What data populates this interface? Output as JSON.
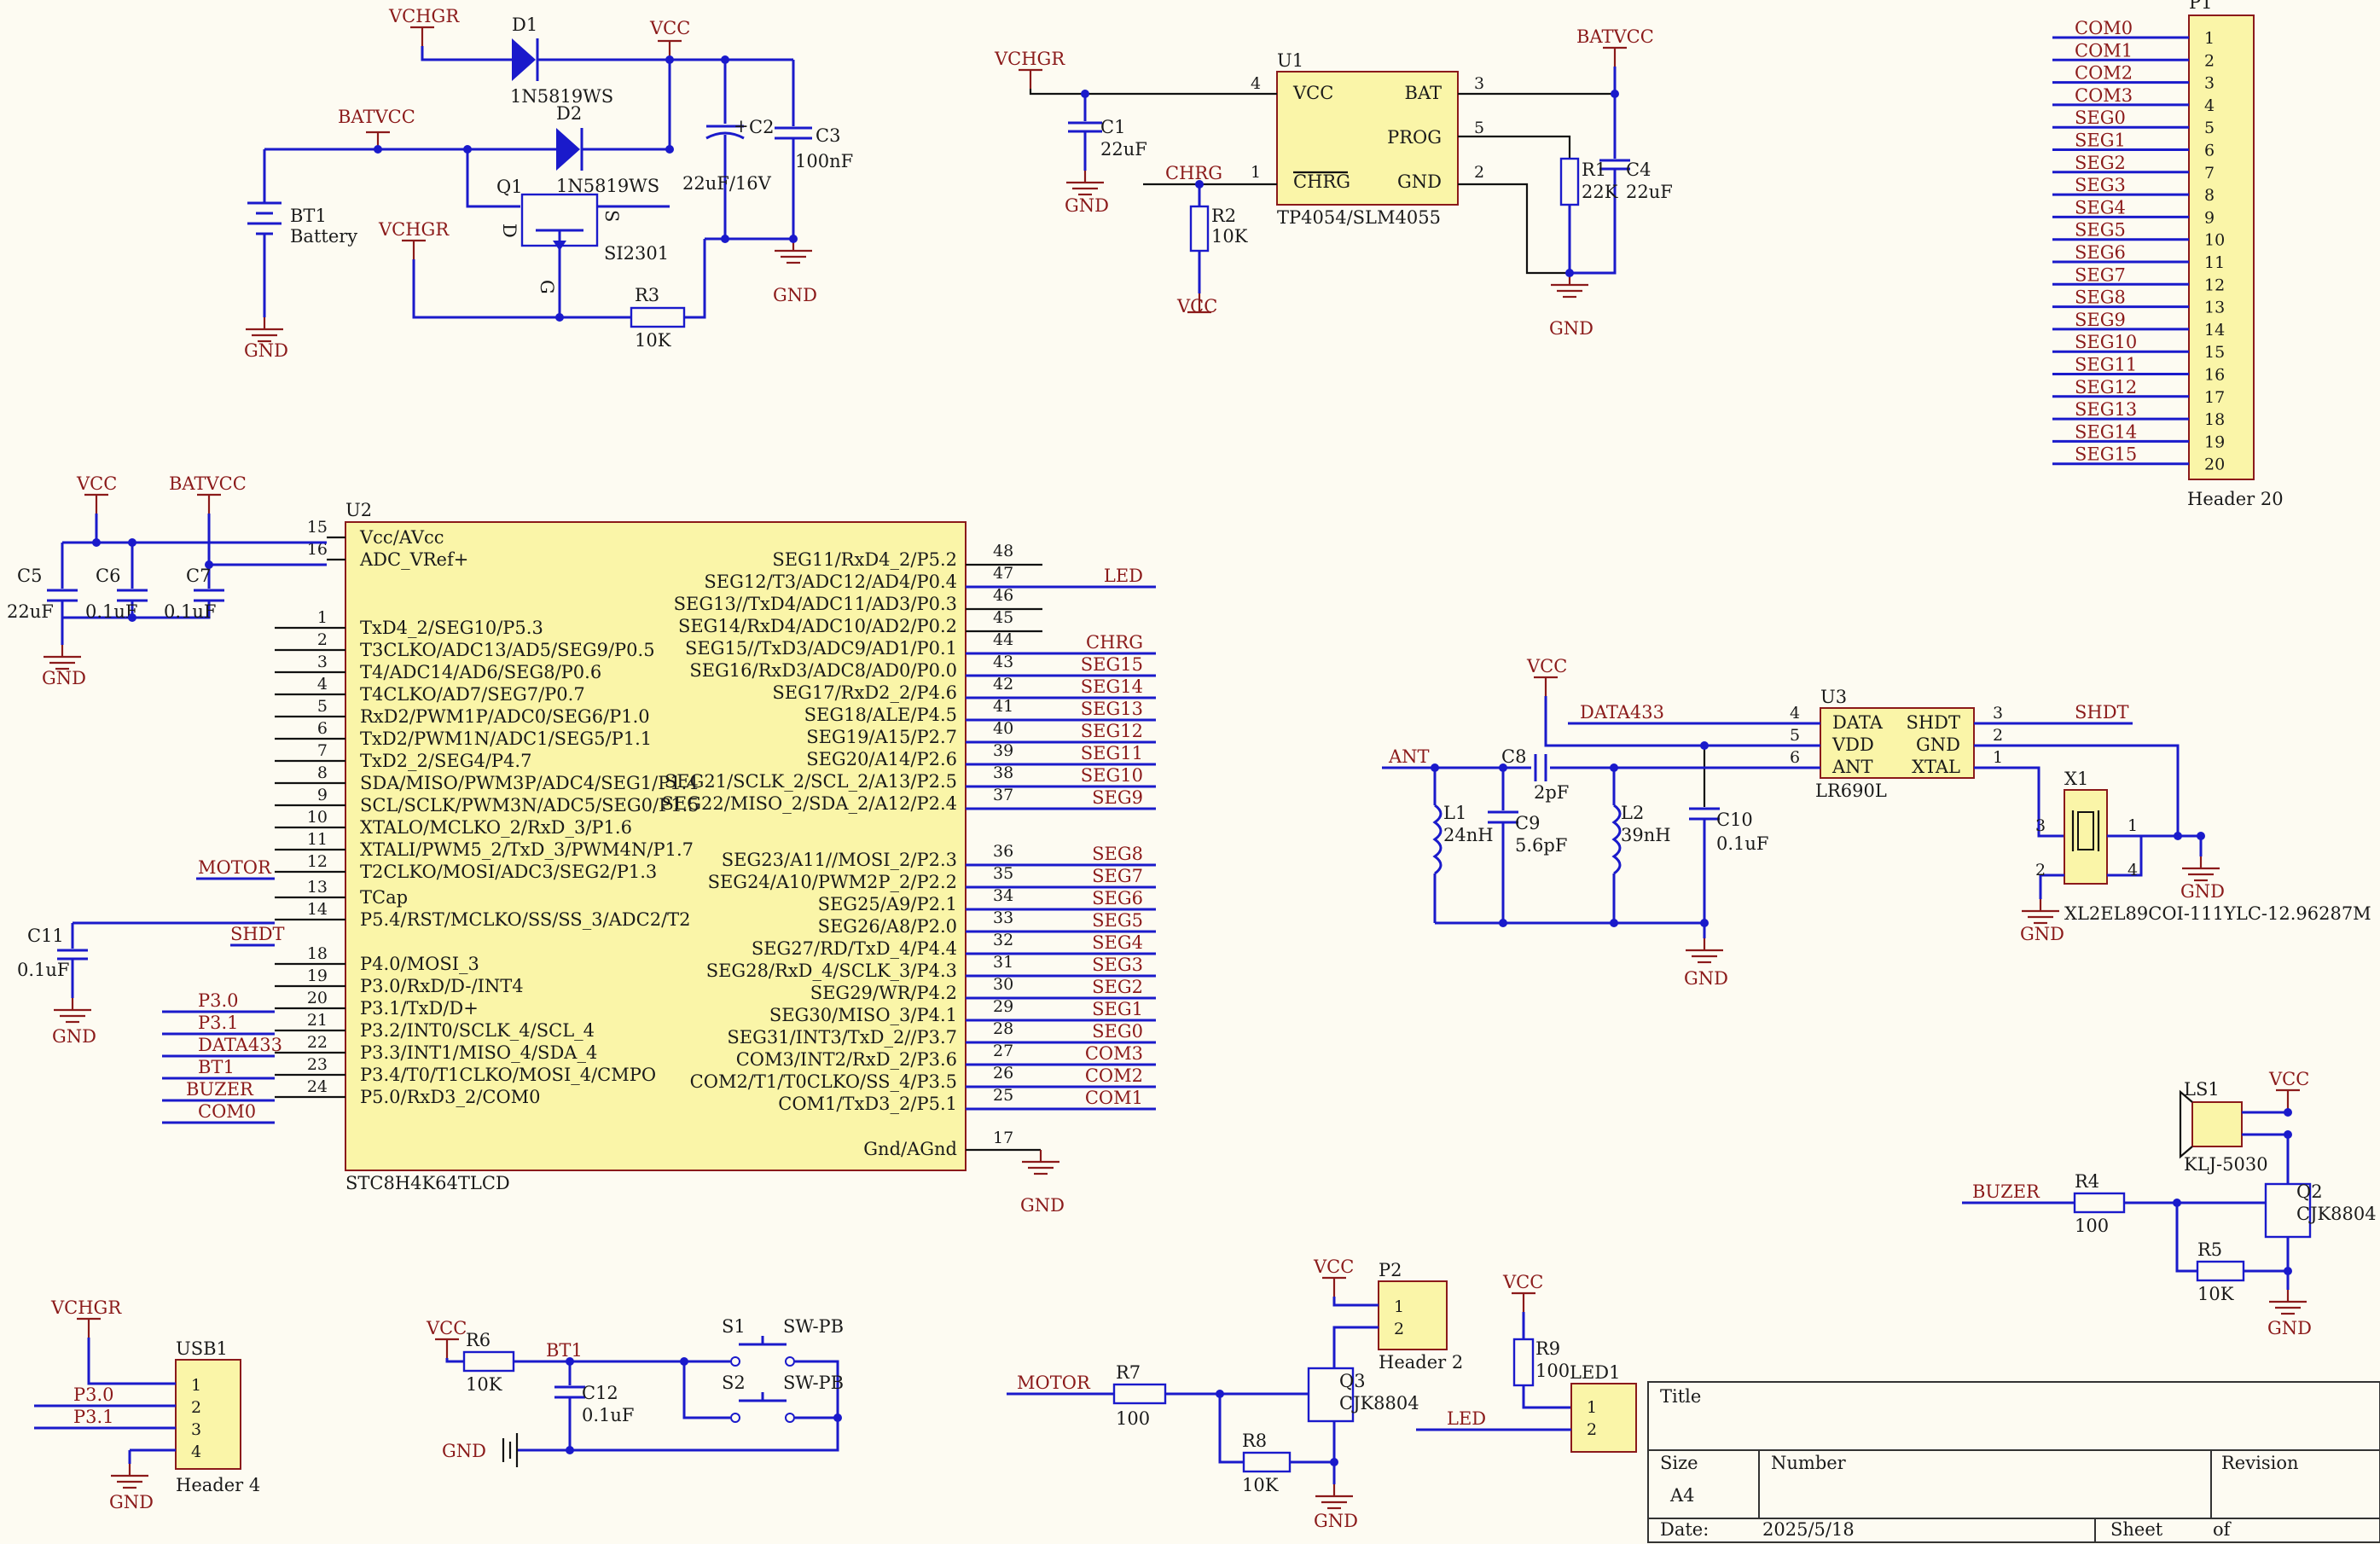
{
  "power": {
    "vchgr": "VCHGR",
    "vcc": "VCC",
    "batvcc": "BATVCC",
    "gnd": "GND",
    "d1": "D1",
    "d1_part": "1N5819WS",
    "d2": "D2",
    "d2_part": "1N5819WS",
    "c2": "C2",
    "c2_val": "22uF/16V",
    "c3": "C3",
    "c3_val": "100nF",
    "bt1": "BT1",
    "bt1_val": "Battery",
    "q1": "Q1",
    "q1_part": "SI2301",
    "q1_d": "D",
    "q1_s": "S",
    "q1_g": "G",
    "r3": "R3",
    "r3_val": "10K"
  },
  "charger": {
    "u1": "U1",
    "u1_part": "TP4054/SLM4055",
    "pin_vcc": "VCC",
    "pin_bat": "BAT",
    "pin_prog": "PROG",
    "pin_chrg": "CHRG",
    "pin_gnd": "GND",
    "n4": "4",
    "n3": "3",
    "n5": "5",
    "n1": "1",
    "n2": "2",
    "c1": "C1",
    "c1_val": "22uF",
    "r2": "R2",
    "r2_val": "10K",
    "r1": "R1",
    "r1_val": "22K",
    "c4": "C4",
    "c4_val": "22uF",
    "chrg_net": "CHRG"
  },
  "header20": {
    "ref": "P1",
    "part": "Header 20",
    "nets": [
      "COM0",
      "COM1",
      "COM2",
      "COM3",
      "SEG0",
      "SEG1",
      "SEG2",
      "SEG3",
      "SEG4",
      "SEG5",
      "SEG6",
      "SEG7",
      "SEG8",
      "SEG9",
      "SEG10",
      "SEG11",
      "SEG12",
      "SEG13",
      "SEG14",
      "SEG15"
    ],
    "pins": [
      "1",
      "2",
      "3",
      "4",
      "5",
      "6",
      "7",
      "8",
      "9",
      "10",
      "11",
      "12",
      "13",
      "14",
      "15",
      "16",
      "17",
      "18",
      "19",
      "20"
    ]
  },
  "mcu": {
    "ref": "U2",
    "part": "STC8H4K64TLCD",
    "left": [
      {
        "n": "15",
        "label": "Vcc/AVcc"
      },
      {
        "n": "16",
        "label": "ADC_VRef+"
      },
      {
        "n": "1",
        "label": "TxD4_2/SEG10/P5.3"
      },
      {
        "n": "2",
        "label": "T3CLKO/ADC13/AD5/SEG9/P0.5"
      },
      {
        "n": "3",
        "label": "T4/ADC14/AD6/SEG8/P0.6"
      },
      {
        "n": "4",
        "label": "T4CLKO/AD7/SEG7/P0.7"
      },
      {
        "n": "5",
        "label": "RxD2/PWM1P/ADC0/SEG6/P1.0"
      },
      {
        "n": "6",
        "label": "TxD2/PWM1N/ADC1/SEG5/P1.1"
      },
      {
        "n": "7",
        "label": "TxD2_2/SEG4/P4.7"
      },
      {
        "n": "8",
        "label": "SDA/MISO/PWM3P/ADC4/SEG1/P1.4"
      },
      {
        "n": "9",
        "label": "SCL/SCLK/PWM3N/ADC5/SEG0/P1.5"
      },
      {
        "n": "10",
        "label": "XTALO/MCLKO_2/RxD_3/P1.6"
      },
      {
        "n": "11",
        "label": "XTALI/PWM5_2/TxD_3/PWM4N/P1.7"
      },
      {
        "n": "12",
        "label": "T2CLKO/MOSI/ADC3/SEG2/P1.3"
      },
      {
        "n": "13",
        "label": "TCap"
      },
      {
        "n": "14",
        "label": "P5.4/RST/MCLKO/SS/SS_3/ADC2/T2"
      },
      {
        "n": "18",
        "label": "P4.0/MOSI_3"
      },
      {
        "n": "19",
        "label": "P3.0/RxD/D-/INT4"
      },
      {
        "n": "20",
        "label": "P3.1/TxD/D+"
      },
      {
        "n": "21",
        "label": "P3.2/INT0/SCLK_4/SCL_4"
      },
      {
        "n": "22",
        "label": "P3.3/INT1/MISO_4/SDA_4"
      },
      {
        "n": "23",
        "label": "P3.4/T0/T1CLKO/MOSI_4/CMPO"
      },
      {
        "n": "24",
        "label": "P5.0/RxD3_2/COM0"
      }
    ],
    "right": [
      {
        "n": "48",
        "label": "SEG11/RxD4_2/P5.2",
        "net": ""
      },
      {
        "n": "47",
        "label": "SEG12/T3/ADC12/AD4/P0.4",
        "net": "LED"
      },
      {
        "n": "46",
        "label": "SEG13//TxD4/ADC11/AD3/P0.3",
        "net": ""
      },
      {
        "n": "45",
        "label": "SEG14/RxD4/ADC10/AD2/P0.2",
        "net": ""
      },
      {
        "n": "44",
        "label": "SEG15//TxD3/ADC9/AD1/P0.1",
        "net": "CHRG"
      },
      {
        "n": "43",
        "label": "SEG16/RxD3/ADC8/AD0/P0.0",
        "net": "SEG15"
      },
      {
        "n": "42",
        "label": "SEG17/RxD2_2/P4.6",
        "net": "SEG14"
      },
      {
        "n": "41",
        "label": "SEG18/ALE/P4.5",
        "net": "SEG13"
      },
      {
        "n": "40",
        "label": "SEG19/A15/P2.7",
        "net": "SEG12"
      },
      {
        "n": "39",
        "label": "SEG20/A14/P2.6",
        "net": "SEG11"
      },
      {
        "n": "38",
        "label": "SEG21/SCLK_2/SCL_2/A13/P2.5",
        "net": "SEG10"
      },
      {
        "n": "37",
        "label": "SEG22/MISO_2/SDA_2/A12/P2.4",
        "net": "SEG9"
      },
      {
        "n": "36",
        "label": "SEG23/A11//MOSI_2/P2.3",
        "net": "SEG8"
      },
      {
        "n": "35",
        "label": "SEG24/A10/PWM2P_2/P2.2",
        "net": "SEG7"
      },
      {
        "n": "34",
        "label": "SEG25/A9/P2.1",
        "net": "SEG6"
      },
      {
        "n": "33",
        "label": "SEG26/A8/P2.0",
        "net": "SEG5"
      },
      {
        "n": "32",
        "label": "SEG27/RD/TxD_4/P4.4",
        "net": "SEG4"
      },
      {
        "n": "31",
        "label": "SEG28/RxD_4/SCLK_3/P4.3",
        "net": "SEG3"
      },
      {
        "n": "30",
        "label": "SEG29/WR/P4.2",
        "net": "SEG2"
      },
      {
        "n": "29",
        "label": "SEG30/MISO_3/P4.1",
        "net": "SEG1"
      },
      {
        "n": "28",
        "label": "SEG31/INT3/TxD_2//P3.7",
        "net": "SEG0"
      },
      {
        "n": "27",
        "label": "COM3/INT2/RxD_2/P3.6",
        "net": "COM3"
      },
      {
        "n": "26",
        "label": "COM2/T1/T0CLKO/SS_4/P3.5",
        "net": "COM2"
      },
      {
        "n": "25",
        "label": "COM1/TxD3_2/P5.1",
        "net": "COM1"
      }
    ],
    "gnd_label": "Gnd/AGnd",
    "gnd_pin": "17",
    "net_motor": "MOTOR",
    "net_shdt": "SHDT",
    "net_p30": "P3.0",
    "net_p31": "P3.1",
    "net_data433": "DATA433",
    "net_bt1": "BT1",
    "net_buzer": "BUZER",
    "net_com0": "COM0",
    "c5": "C5",
    "c5_val": "22uF",
    "c6": "C6",
    "c6_val": "0.1uF",
    "c7": "C7",
    "c7_val": "0.1uF",
    "c11": "C11",
    "c11_val": "0.1uF"
  },
  "rf": {
    "u3": "U3",
    "u3_part": "LR690L",
    "pin_data": "DATA",
    "pin_vdd": "VDD",
    "pin_ant": "ANT",
    "pin_shdt": "SHDT",
    "pin_gnd": "GND",
    "pin_xtal": "XTAL",
    "n4": "4",
    "n5": "5",
    "n6": "6",
    "n3": "3",
    "n2": "2",
    "n1": "1",
    "net_data433": "DATA433",
    "net_shdt": "SHDT",
    "net_ant": "ANT",
    "c8": "C8",
    "c8_val": "2pF",
    "c9": "C9",
    "c9_val": "5.6pF",
    "l1": "L1",
    "l1_val": "24nH",
    "l2": "L2",
    "l2_val": "39nH",
    "c10": "C10",
    "c10_val": "0.1uF",
    "x1": "X1",
    "x1_part": "XL2EL89COI-111YLC-12.96287M",
    "x_n3": "3",
    "x_n1": "1",
    "x_n2": "2",
    "x_n4": "4"
  },
  "buzzer": {
    "ls1": "LS1",
    "ls1_part": "KLJ-5030",
    "q2": "Q2",
    "q2_part": "CJK8804",
    "r4": "R4",
    "r4_val": "100",
    "r5": "R5",
    "r5_val": "10K",
    "net_buzer": "BUZER"
  },
  "usb": {
    "ref": "USB1",
    "part": "Header 4",
    "net_p30": "P3.0",
    "net_p31": "P3.1",
    "pins": [
      "1",
      "2",
      "3",
      "4"
    ]
  },
  "buttons": {
    "r6": "R6",
    "r6_val": "10K",
    "net_bt1": "BT1",
    "c12": "C12",
    "c12_val": "0.1uF",
    "s1": "S1",
    "s1_part": "SW-PB",
    "s2": "S2",
    "s2_part": "SW-PB"
  },
  "motor": {
    "p2": "P2",
    "p2_part": "Header 2",
    "pins": [
      "1",
      "2"
    ],
    "r7": "R7",
    "r7_val": "100",
    "r8": "R8",
    "r8_val": "10K",
    "q3": "Q3",
    "q3_part": "CJK8804",
    "net_motor": "MOTOR"
  },
  "led": {
    "r9": "R9",
    "r9_val": "100",
    "led1": "LED1",
    "pins": [
      "1",
      "2"
    ],
    "net_led": "LED"
  },
  "titleblock": {
    "title": "Title",
    "size": "Size",
    "size_val": "A4",
    "number": "Number",
    "revision": "Revision",
    "date": "Date:",
    "date_val": "2025/5/18",
    "sheet": "Sheet",
    "of": "of"
  },
  "colors": {
    "wire": "#1A1ACB",
    "net_label": "#8B1A1A",
    "chip_fill": "#FAF5A8",
    "background": "#FDFBF2"
  }
}
